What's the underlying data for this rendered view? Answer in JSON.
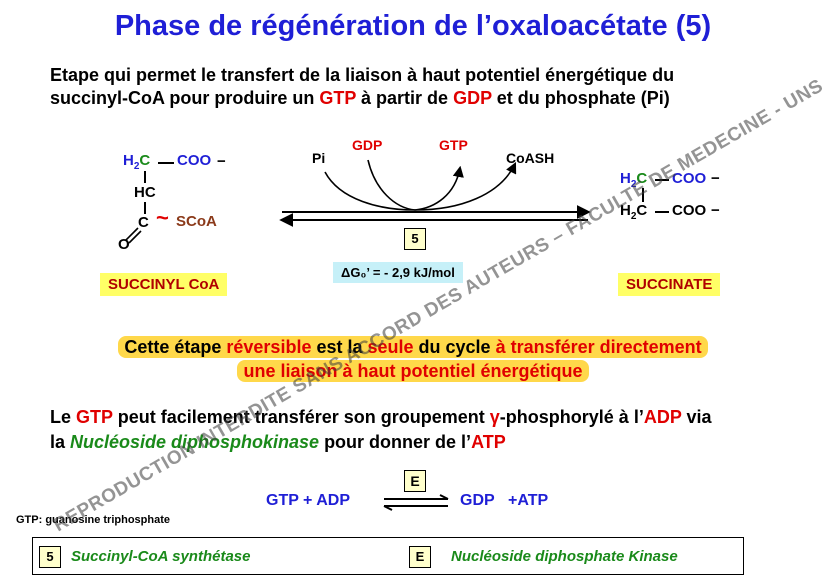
{
  "title": "Phase de régénération de l’oxaloacétate (5)",
  "intro": {
    "line1": "Etape qui permet  le transfert de la liaison à haut potentiel énergétique du",
    "l2_a": "succinyl-CoA pour produire un ",
    "l2_gtp": "GTP",
    "l2_b": " à partir de ",
    "l2_gdp": "GDP",
    "l2_c": " et du phosphate (Pi)"
  },
  "succinyl": {
    "h2": "H",
    "h2_sub": "2",
    "c1": "C",
    "coo": "COO",
    "minus": "−",
    "hc": "HC",
    "o": "O",
    "c2": "C",
    "tilde": "~",
    "scoa": "SCoA",
    "label": "SUCCINYL CoA"
  },
  "reaction": {
    "pi": "Pi",
    "gdp": "GDP",
    "gtp": "GTP",
    "coash": "CoASH",
    "enzyme_num": "5",
    "delta_g": "ΔG₀’ = - 2,9 kJ/mol"
  },
  "succinate": {
    "h2": "H",
    "h2_sub": "2",
    "c": "C",
    "coo": "COO",
    "minus": "−",
    "label": "SUCCINATE"
  },
  "highlight": {
    "l1_a": "Cette étape ",
    "l1_b": "réversible",
    "l1_c": " est la ",
    "l1_d": "seule",
    "l1_e": " du cycle ",
    "l1_f": "à transférer directement",
    "l2": "une liaison à haut potentiel énergétique"
  },
  "para": {
    "a": "Le ",
    "gtp": "GTP",
    "b": " peut facilement transférer son groupement ",
    "gamma": "γ",
    "c": "-phosphorylé à l’",
    "adp": "ADP",
    "d": " via",
    "e": "la ",
    "enzyme": "Nucléoside diphosphokinase",
    "f": "  pour donner de l’",
    "atp": "ATP"
  },
  "equation": {
    "left": "GTP +  ADP",
    "right_gdp": "GDP",
    "right_atp": "+ATP",
    "enzyme": "E"
  },
  "gtp_note": "GTP: guanosine triphosphate",
  "legend": {
    "num": "5",
    "num_label": "Succinyl-CoA synthétase",
    "e": "E",
    "e_label": "Nucléoside diphosphate Kinase"
  },
  "watermark": {
    "line1": "REPRODUCTION INTERDITE SANS ACCORD DES AUTEURS – FACULTE DE MEDECINE - UNS"
  }
}
